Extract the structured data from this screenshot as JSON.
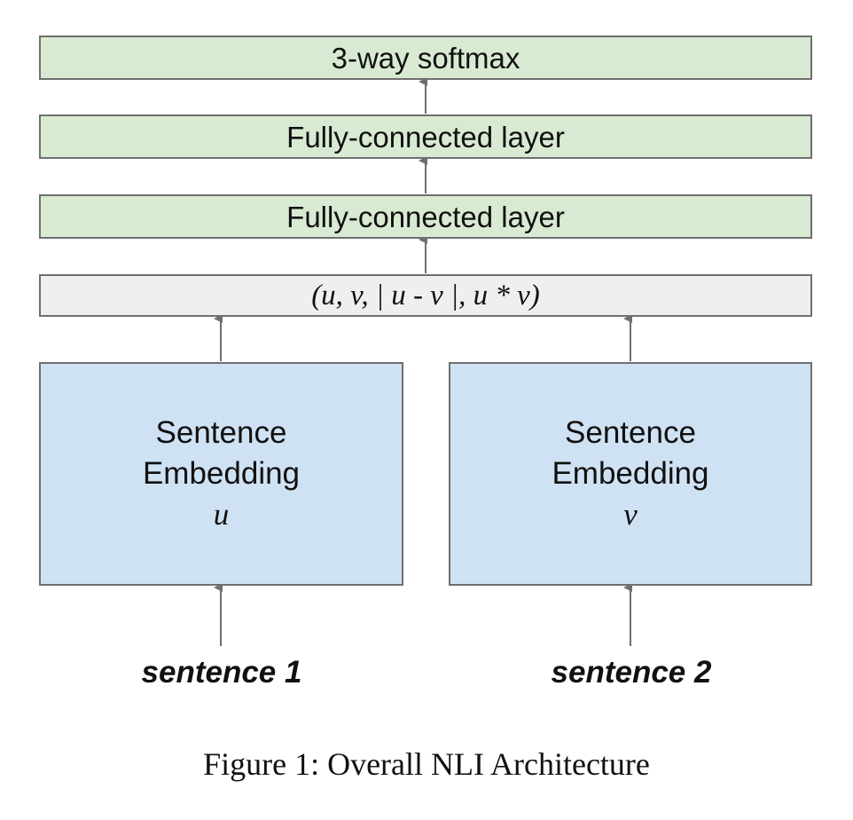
{
  "layers": {
    "softmax": "3-way softmax",
    "fc_top": "Fully-connected layer",
    "fc_bottom": "Fully-connected layer",
    "concat": "(u, v, | u - v |, u * v)"
  },
  "embeddings": {
    "left": {
      "line1": "Sentence",
      "line2": "Embedding",
      "var": "u"
    },
    "right": {
      "line1": "Sentence",
      "line2": "Embedding",
      "var": "v"
    }
  },
  "inputs": {
    "left": "sentence 1",
    "right": "sentence 2"
  },
  "caption": "Figure 1: Overall NLI Architecture",
  "colors": {
    "layer_fill": "#d9ead3",
    "concat_fill": "#efefef",
    "embedding_fill": "#cfe2f3",
    "border": "#6f6f6f",
    "arrow": "#6f6f6f"
  }
}
